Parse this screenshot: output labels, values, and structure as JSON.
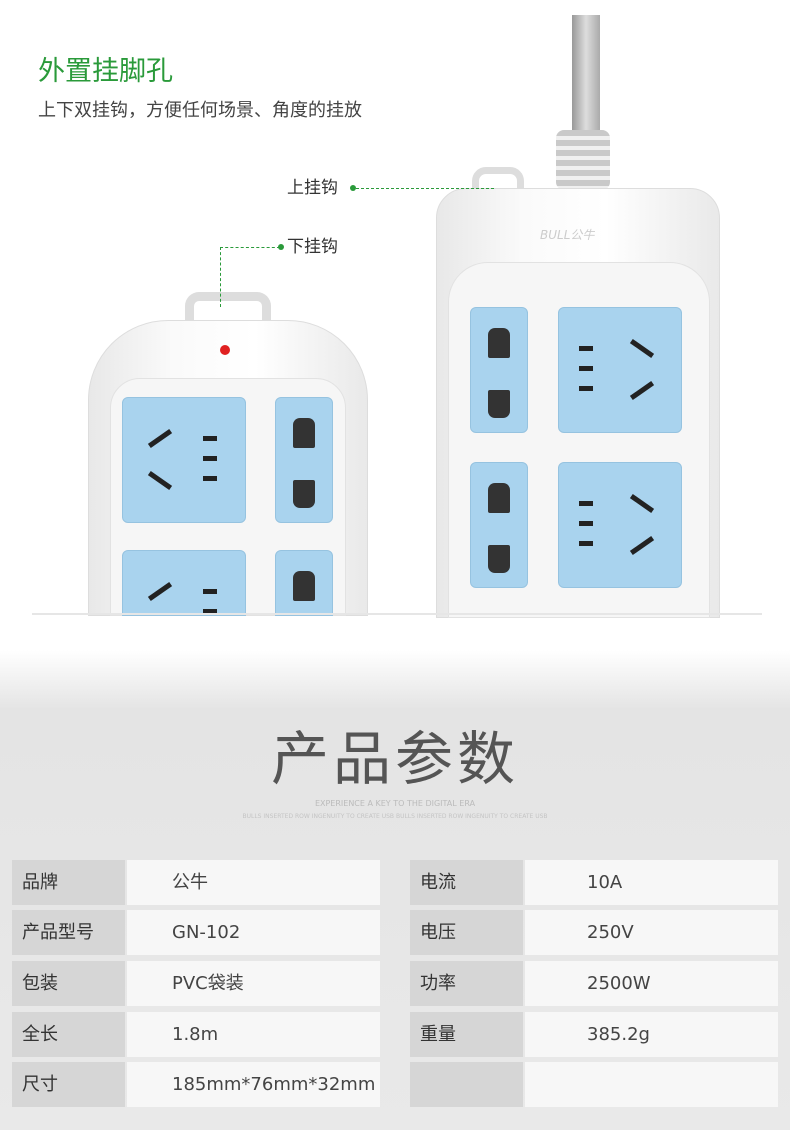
{
  "feature": {
    "title": "外置挂脚孔",
    "subtitle": "上下双挂钩，方便任何场景、角度的挂放",
    "upper_hook": "上挂钩",
    "lower_hook": "下挂钩",
    "brand_mark": "BULL公牛",
    "accent": "#2a9a3a"
  },
  "params": {
    "title": "产品参数",
    "en_line1": "EXPERIENCE A KEY TO THE DIGITAL ERA",
    "en_line2": "BULLS INSERTED ROW INGENUITY TO CREATE USB BULLS INSERTED ROW INGENUITY TO CREATE USB",
    "left": [
      {
        "k": "品牌",
        "v": "公牛"
      },
      {
        "k": "产品型号",
        "v": "GN-102"
      },
      {
        "k": "包装",
        "v": "PVC袋装"
      },
      {
        "k": "全长",
        "v": "1.8m"
      },
      {
        "k": "尺寸",
        "v": "185mm*76mm*32mm"
      }
    ],
    "right": [
      {
        "k": "电流",
        "v": "10A"
      },
      {
        "k": "电压",
        "v": "250V"
      },
      {
        "k": "功率",
        "v": "2500W"
      },
      {
        "k": "重量",
        "v": "385.2g"
      },
      {
        "k": "",
        "v": ""
      }
    ]
  }
}
